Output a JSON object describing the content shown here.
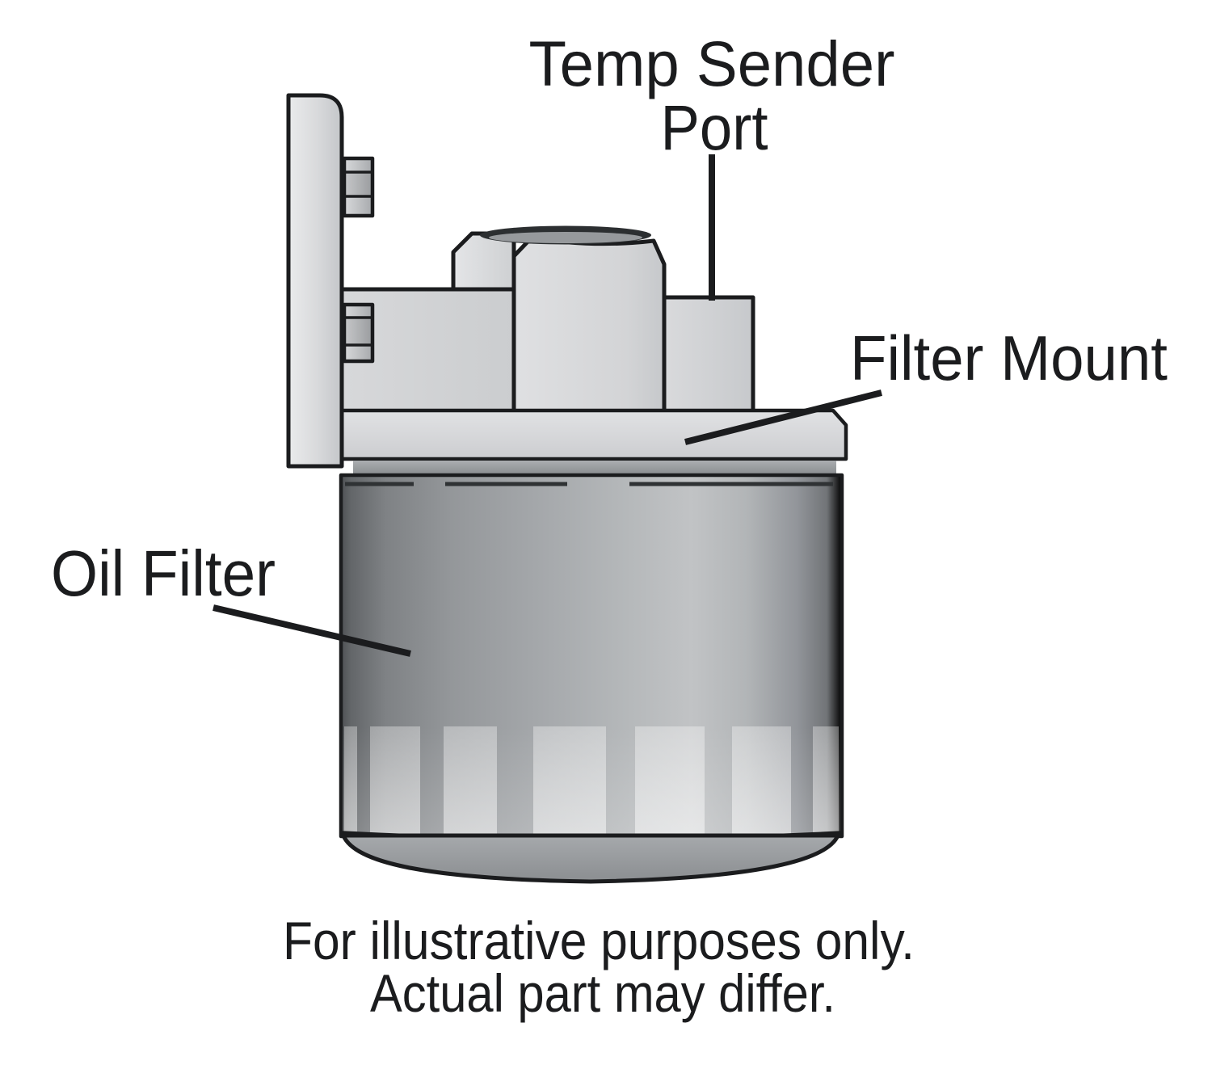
{
  "diagram": {
    "kind": "oil filter mount illustration",
    "annotations": {
      "temp_sender_port": {
        "line1": "Temp Sender",
        "line2": "Port"
      },
      "filter_mount": {
        "label": "Filter Mount"
      },
      "oil_filter": {
        "label": "Oil Filter"
      }
    },
    "footnote": {
      "line1": "For illustrative purposes only.",
      "line2": "Actual part may differ."
    },
    "colors": {
      "ink": "#1b1c1e",
      "background": "#ffffff",
      "metal_light": "#dcdde0",
      "metal_mid": "#aaadb0",
      "metal_dark": "#55585b",
      "gasket_gray": "#8f9295"
    }
  }
}
